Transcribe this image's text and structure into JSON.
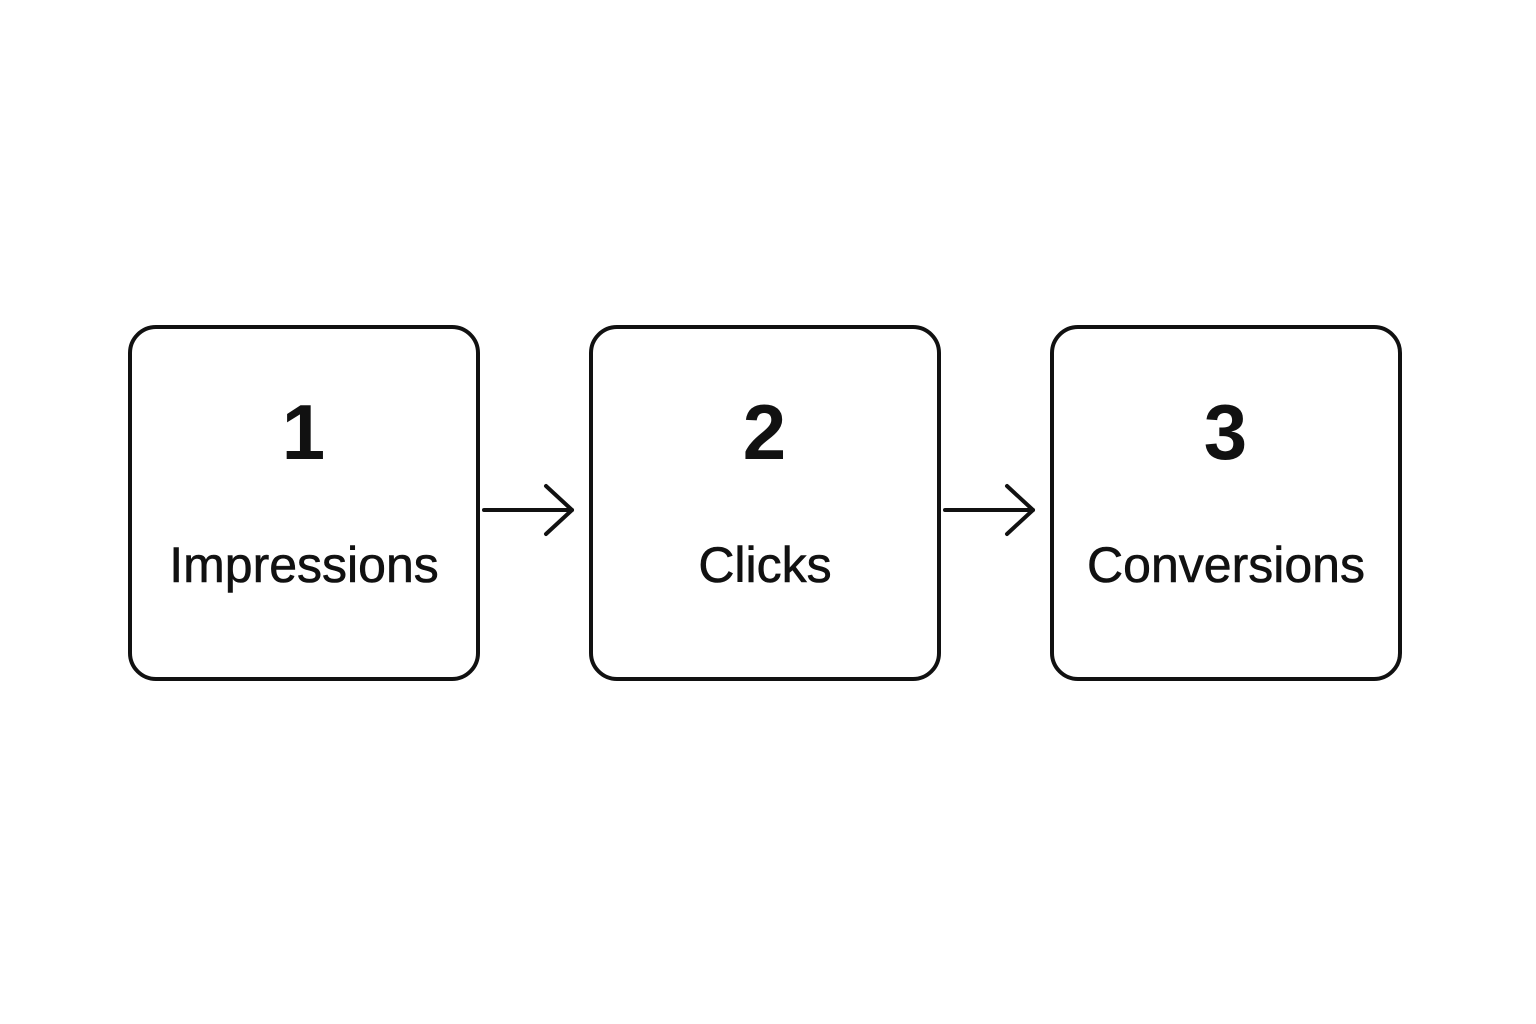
{
  "steps": [
    {
      "number": "1",
      "label": "Impressions"
    },
    {
      "number": "2",
      "label": "Clicks"
    },
    {
      "number": "3",
      "label": "Conversions"
    }
  ],
  "colors": {
    "stroke": "#111111",
    "background": "#ffffff"
  },
  "icons": {
    "connector": "arrow-right-icon"
  }
}
